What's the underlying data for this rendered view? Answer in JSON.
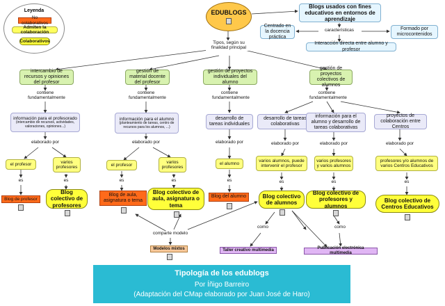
{
  "legend": {
    "title": "Leyenda",
    "items": [
      "No colaborativos",
      "Admiten la colaboración",
      "Colaborativos"
    ]
  },
  "root": "EDUBLOGS",
  "top": {
    "blogs_title": "Blogs usados con fines educativos en entornos de aprendizaje",
    "caracteristicas": "características",
    "centrado": "Centrado en la docencia práctica",
    "formado": "Formado por microcontenidos",
    "interaccion": "Interacción directa entre alumno y profesor"
  },
  "tipos_label": "Tipos, según su finalidad principal",
  "types": [
    "intercambio de recursos y opiniones del profesor",
    "gestión de material docente del profesor",
    "gestión de proyectos individuales del alumno",
    "gestión de proyectos colectivos de alumnos"
  ],
  "contiene": "contiene fundamentalmente",
  "info": [
    {
      "text": "información para el profesorado",
      "sub": "(intercambio de recursos, actividades, valoraciones, opiniones...)"
    },
    {
      "text": "información para el alumno",
      "sub": "(planteamiento de tareas, centro de recursos para los alumnos, ...)"
    },
    {
      "text": "desarrollo de tareas individuales",
      "sub": ""
    },
    {
      "text": "desarrollo de tareas colaborativas",
      "sub": ""
    },
    {
      "text": "información para el alumno y desarrollo de tareas colaborativas",
      "sub": ""
    },
    {
      "text": "proyectos de colaboración entre Centros",
      "sub": ""
    }
  ],
  "elaborado": "elaborado por",
  "es": "es",
  "como": "como",
  "authors": {
    "profesor1": "el profesor",
    "varios1": "varios profesores",
    "profesor2": "el profesor",
    "varios2": "varios profesores",
    "alumno": "el alumno",
    "varios_alumnos": "varios alumnos, puede intervenir el profesor",
    "prof_alumnos": "varios profesores y varios alumnos",
    "centros": "profesores y/o alumnos de varios Centros Educativos"
  },
  "results": {
    "blog_profesor": "Blog de profesor",
    "colectivo_profesores": "Blog colectivo de profesores",
    "blog_aula": "Blog de aula, asignatura o tema",
    "colectivo_aula": "Blog colectivo de aula, asignatura o tema",
    "blog_alumno": "Blog del alumno",
    "colectivo_alumnos": "Blog colectivo de alumnos",
    "colectivo_prof_alumnos": "Blog colectivo de profesores y alumnos",
    "colectivo_centros": "Blog colectivo de Centros Educativos"
  },
  "comparte": "comparte modelo",
  "modelos_mixtos": "Modelos mixtos",
  "taller": "Taller creativo multimedia",
  "publicacion": "Publicación electrónica multimedia",
  "banner": {
    "title": "Tipología de los edublogs",
    "author": "Por Íñigo Barreiro",
    "adaptation": "(Adaptación del CMap elaborado por Juan José de Haro)"
  },
  "colors": {
    "green": "#d8f2b0",
    "lavender": "#eaeaf8",
    "yellow": "#ffff3a",
    "orange": "#ff6a1a",
    "purple": "#e0b6f4",
    "peach": "#f8c89a",
    "root": "#ffc84a",
    "banner": "#2abbd3"
  }
}
